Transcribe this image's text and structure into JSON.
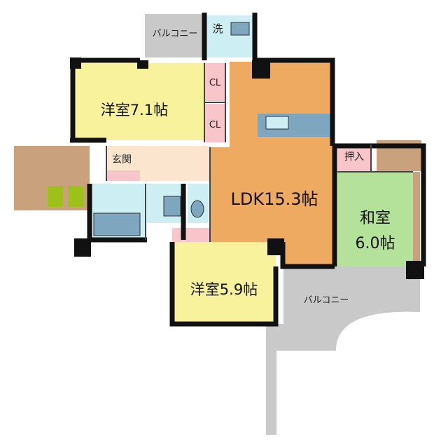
{
  "rooms": {
    "western_room_1": "洋室7.1帖",
    "ldk": "LDK15.3帖",
    "japanese_room_line1": "和室",
    "japanese_room_line2": "6.0帖",
    "western_room_2": "洋室5.9帖"
  },
  "labels": {
    "balcony_top": "バルコニー",
    "balcony_bottom": "バルコニー",
    "laundry": "洗",
    "closet_1": "CL",
    "closet_2": "CL",
    "entrance": "玄関",
    "oshiire": "押入"
  },
  "colors": {
    "western_room": "#f7f29b",
    "ldk": "#eeaa61",
    "japanese_room": "#b5e29a",
    "wet_area": "#cdeef2",
    "closet": "#f8c5cb",
    "entrance": "#fbe5cf",
    "balcony": "#c9c9c9",
    "wall": "#111111",
    "porch_tile": "#c9a27d",
    "porch_green": "#9cc21a",
    "kitchen_counter": "#7fa6bf"
  }
}
